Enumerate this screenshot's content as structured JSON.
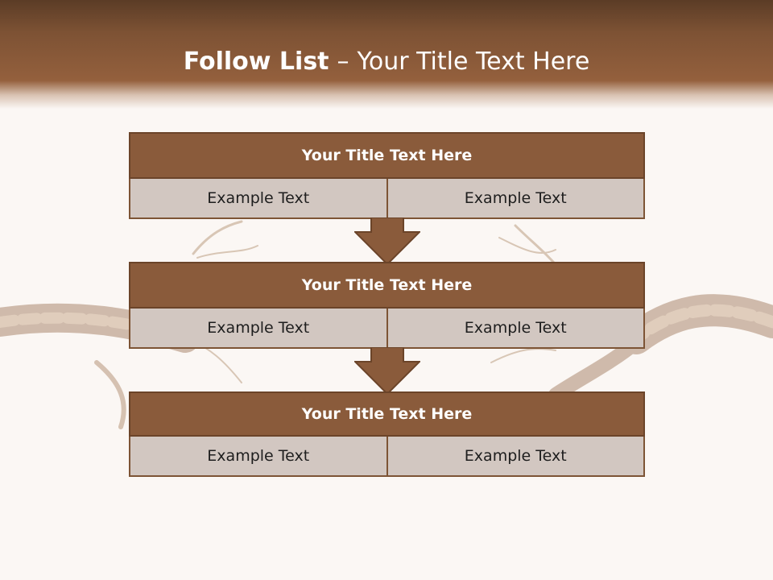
{
  "slide": {
    "title_bold": "Follow List",
    "title_dash": "–",
    "title_rest": "Your Title Text Here"
  },
  "blocks": [
    {
      "title": "Your Title Text Here",
      "cells": [
        "Example Text",
        "Example Text"
      ]
    },
    {
      "title": "Your Title Text Here",
      "cells": [
        "Example Text",
        "Example Text"
      ]
    },
    {
      "title": "Your Title Text Here",
      "cells": [
        "Example Text",
        "Example Text"
      ]
    }
  ],
  "colors": {
    "header": "#7d5234",
    "block_title": "#8a5b3b",
    "cell": "#d2c7c1",
    "background": "#fbf7f4"
  }
}
